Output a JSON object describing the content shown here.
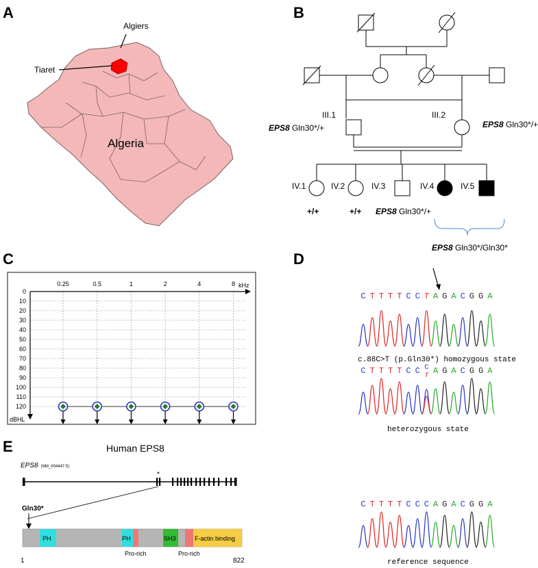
{
  "panels": {
    "A": "A",
    "B": "B",
    "C": "C",
    "D": "D",
    "E": "E"
  },
  "map": {
    "country_label": "Algeria",
    "city1_label": "Algiers",
    "city2_label": "Tiaret",
    "fill_color": "#f4b8b8",
    "highlight_color": "#ff0000"
  },
  "pedigree": {
    "iii1_label": "III.1",
    "iii2_label": "III.2",
    "iii1_genotype_gene": "EPS8",
    "iii1_genotype_rest": " Gln30*/+",
    "iii2_genotype_gene": "EPS8",
    "iii2_genotype_rest": " Gln30*/+",
    "iv_labels": [
      "IV.1",
      "IV.2",
      "IV.3",
      "IV.4",
      "IV.5"
    ],
    "iv1_genotype": "+/+",
    "iv2_genotype": "+/+",
    "iv3_genotype_gene": "EPS8",
    "iv3_genotype_rest": " Gln30*/+",
    "affected_genotype_gene": "EPS8",
    "affected_genotype_rest": " Gln30*/Gln30*"
  },
  "audiogram": {
    "freq_labels": [
      "0.25",
      "0.5",
      "1",
      "2",
      "4",
      "8"
    ],
    "freq_unit": "kHz",
    "db_labels": [
      "0",
      "10",
      "20",
      "30",
      "40",
      "50",
      "60",
      "70",
      "80",
      "90",
      "100",
      "110",
      "120"
    ],
    "db_unit": "dBHL",
    "threshold_db": 120,
    "marker_color": "#2a7a2a",
    "ring_color": "#2233bb"
  },
  "sequencing": {
    "seq1_bases": [
      "C",
      "T",
      "T",
      "T",
      "T",
      "C",
      "C",
      "T",
      "A",
      "G",
      "A",
      "C",
      "G",
      "G",
      "A"
    ],
    "seq1_caption": "c.88C>T (p.Gln30*) homozygous state",
    "seq2_bases": [
      "C",
      "T",
      "T",
      "T",
      "T",
      "C",
      "C",
      "C/T",
      "A",
      "G",
      "A",
      "C",
      "G",
      "G",
      "A"
    ],
    "seq2_caption": "heterozygous state",
    "seq3_bases": [
      "C",
      "T",
      "T",
      "T",
      "T",
      "C",
      "C",
      "C",
      "A",
      "G",
      "A",
      "C",
      "G",
      "G",
      "A"
    ],
    "seq3_caption": "reference sequence",
    "base_colors": {
      "A": "#22aa22",
      "C": "#2233cc",
      "G": "#222222",
      "T": "#dd2222"
    }
  },
  "protein": {
    "title": "Human EPS8",
    "gene_label": "EPS8",
    "transcript_label": "(NM_004447.5)",
    "variant_label": "Gln30*",
    "star": "*",
    "domains": [
      {
        "name": "PH",
        "color": "#33dddd"
      },
      {
        "name": "PH",
        "color": "#33dddd"
      },
      {
        "name": "SH3",
        "color": "#33bb33"
      },
      {
        "name": "F-actin binding",
        "color": "#f5cc44"
      }
    ],
    "prorich_labels": [
      "Pro-rich",
      "Pro-rich"
    ],
    "prorich_color": "#ee7777",
    "start_label": "1",
    "end_label": "822"
  }
}
